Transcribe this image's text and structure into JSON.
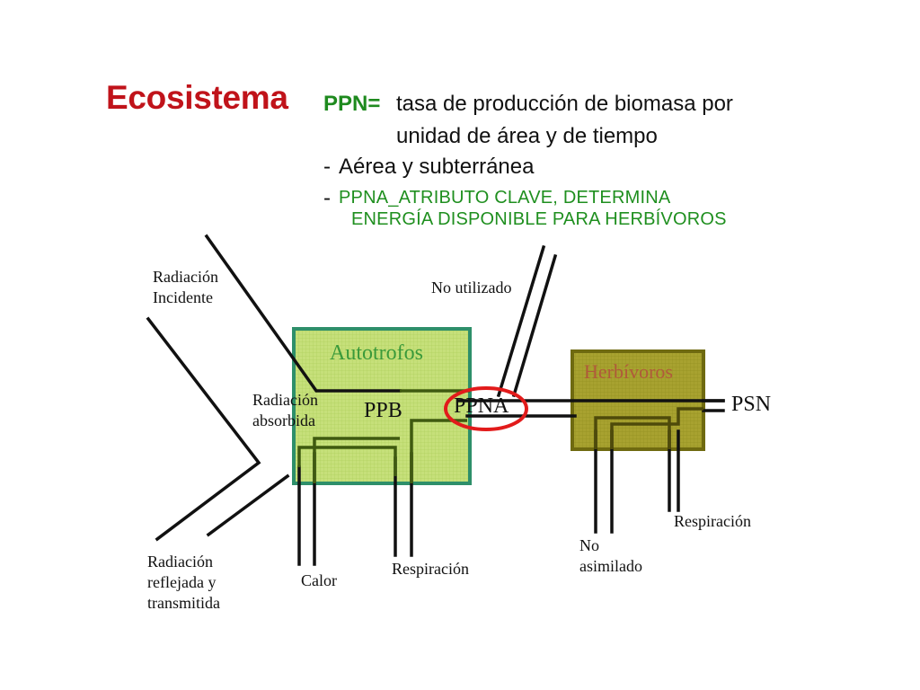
{
  "slide": {
    "title": "Ecosistema",
    "definition": {
      "key": "PPN=",
      "line1": "tasa de producción de biomasa por",
      "line2": "unidad de área y de tiempo"
    },
    "bullets": [
      {
        "marker": "-",
        "text": "Aérea y subterránea"
      },
      {
        "marker": "-",
        "line1": "PPNA_ATRIBUTO CLAVE, DETERMINA",
        "line2": "ENERGÍA DISPONIBLE PARA HERBÍVOROS"
      }
    ]
  },
  "diagram": {
    "labels": {
      "radiacion_incidente": [
        "Radiación",
        "Incidente"
      ],
      "radiacion_absorbida": [
        "Radiación",
        "absorbida"
      ],
      "radiacion_reflejada": [
        "Radiación",
        "reflejada y",
        "transmitida"
      ],
      "no_utilizado": "No utilizado",
      "calor": "Calor",
      "respiracion_autotrofos": "Respiración",
      "no_asimilado": [
        "No",
        "asimilado"
      ],
      "respiracion_herbivoros": "Respiración",
      "psn": "PSN",
      "ppb": "PPB",
      "ppna": "PPNA"
    },
    "boxes": {
      "autotrofos": "Autotrofos",
      "herbivoros": "Herbívoros"
    },
    "colors": {
      "autotrofos_fill": "#c6e07a",
      "autotrofos_border": "#2e8f6a",
      "herbivoros_fill": "#a8a230",
      "herbivoros_border": "#6f6a10",
      "autotrofos_text": "#3a9a3a",
      "herbivoros_text": "#b05a3a",
      "inner_flow": "#3f5a10",
      "ppna_circle": "#e21b1b",
      "title": "#c0131a",
      "green_text": "#1f8f1f"
    }
  }
}
